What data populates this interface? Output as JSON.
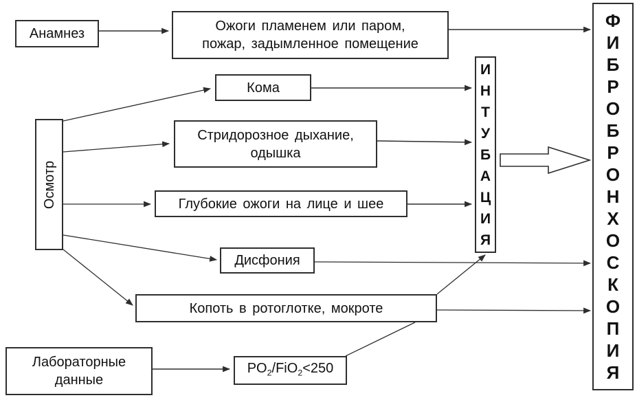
{
  "colors": {
    "background": "#ffffff",
    "line": "#2e2e2e",
    "text": "#111111",
    "box_fill": "#ffffff"
  },
  "nodes": {
    "anamnez": {
      "label": "Анамнез"
    },
    "ozhogi": {
      "lines": [
        "Ожоги пламенем или паром,",
        "пожар, задымленное помещение"
      ]
    },
    "osmotr": {
      "label": "Осмотр"
    },
    "koma": {
      "label": "Кома"
    },
    "stridor": {
      "lines": [
        "Стридорозное дыхание,",
        "одышка"
      ]
    },
    "gluboki": {
      "label": "Глубокие ожоги на лице и шее"
    },
    "disfonia": {
      "label": "Дисфония"
    },
    "kopot": {
      "label": "Копоть в ротоглотке, мокроте"
    },
    "lab": {
      "lines": [
        "Лабораторные",
        "данные"
      ]
    },
    "po2": {
      "p1": "PO",
      "s1": "2",
      "p2": "/FiO",
      "s2": "2",
      "p3": "<250"
    },
    "intubacia": {
      "label": "ИНТУБАЦИЯ"
    },
    "fibro": {
      "label": "ФИБРОБРОНХОСКОПИЯ"
    }
  }
}
